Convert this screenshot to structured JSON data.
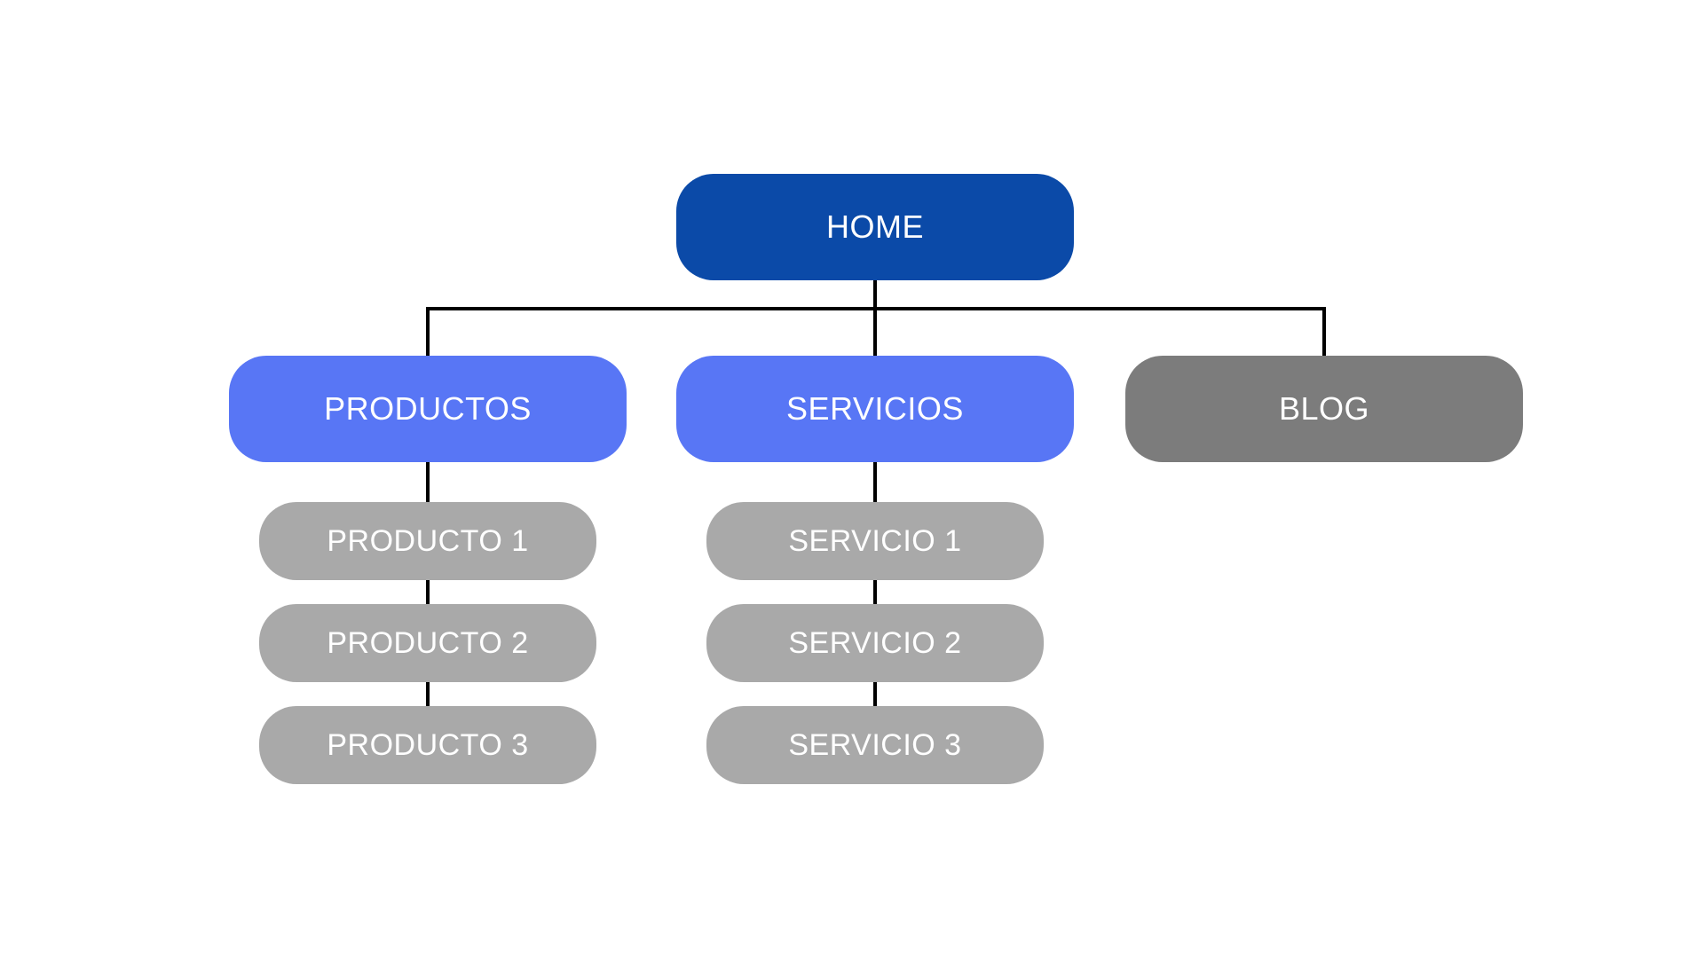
{
  "colors": {
    "background": "#ffffff",
    "root_node": "#0b4aa8",
    "branch_node": "#5876f5",
    "blog_node": "#7c7c7c",
    "leaf_node": "#a9a9a9",
    "connector": "#000000",
    "node_text": "#ffffff"
  },
  "sitemap": {
    "root": {
      "label": "HOME"
    },
    "branches": [
      {
        "label": "PRODUCTOS",
        "children": [
          {
            "label": "PRODUCTO 1"
          },
          {
            "label": "PRODUCTO 2"
          },
          {
            "label": "PRODUCTO 3"
          }
        ]
      },
      {
        "label": "SERVICIOS",
        "children": [
          {
            "label": "SERVICIO 1"
          },
          {
            "label": "SERVICIO 2"
          },
          {
            "label": "SERVICIO 3"
          }
        ]
      },
      {
        "label": "BLOG",
        "children": []
      }
    ]
  }
}
